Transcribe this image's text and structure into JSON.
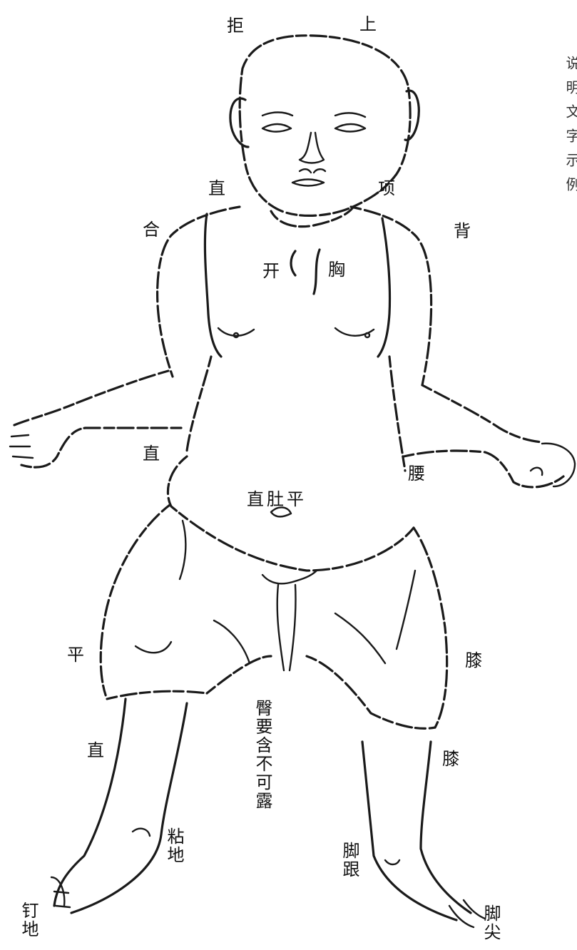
{
  "labels": {
    "top_left": "拒",
    "top_right": "上",
    "neck_left": "直",
    "neck_right": "项",
    "shoulder_left": "合",
    "shoulder_right": "背",
    "chest_left": "开",
    "chest_right": "胸",
    "waist_left": "直",
    "waist_right": "腰",
    "belly": "直肚平",
    "knee_left": "平",
    "knee_right": "膝",
    "shin_left": "直",
    "shin_right": "膝",
    "crotch": "臀要含不可露",
    "sole_left": "粘地",
    "heel_right": "脚跟",
    "toe_left": "钉地",
    "toe_right": "脚尖"
  },
  "side_text": "说明文字示例"
}
